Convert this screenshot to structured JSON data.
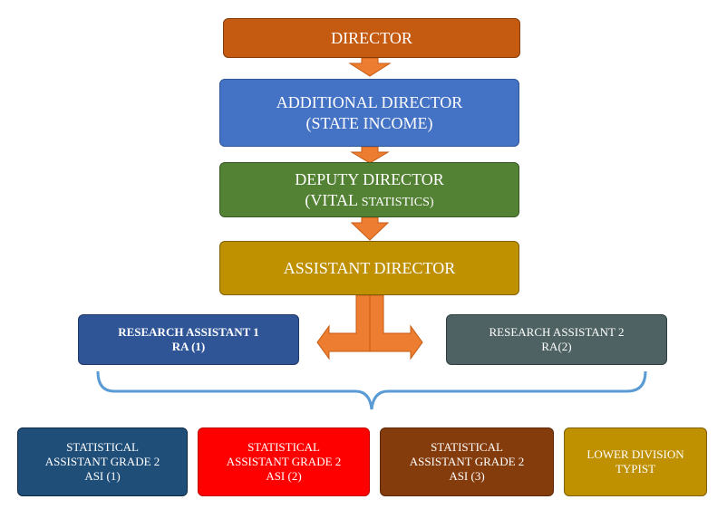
{
  "colors": {
    "director": "#c55a11",
    "additional": "#4472c4",
    "deputy": "#548235",
    "assistant": "#bf9000",
    "ra1": "#2f5597",
    "ra2": "#4f6263",
    "asi1": "#1f4e79",
    "asi2": "#ff0000",
    "asi3": "#843c0c",
    "ldt": "#bf9000",
    "arrow": "#ed7d31",
    "brace": "#5b9bd5"
  },
  "director": {
    "line1": "DIRECTOR"
  },
  "additional_director": {
    "line1": "ADDITIONAL DIRECTOR",
    "line2": "(STATE INCOME)"
  },
  "deputy_director": {
    "line1": "DEPUTY DIRECTOR",
    "line2_a": "(VITAL ",
    "line2_b": "STATISTICS)"
  },
  "assistant_director": {
    "line1": "ASSISTANT DIRECTOR"
  },
  "research_assistant_1": {
    "line1": "RESEARCH ASSISTANT 1",
    "line2": "RA (1)"
  },
  "research_assistant_2": {
    "line1": "RESEARCH ASSISTANT 2",
    "line2": "RA(2)"
  },
  "asi_1": {
    "line1": "STATISTICAL",
    "line2": "ASSISTANT GRADE 2",
    "line3": "ASI (1)"
  },
  "asi_2": {
    "line1": "STATISTICAL",
    "line2": "ASSISTANT GRADE 2",
    "line3": "ASI (2)"
  },
  "asi_3": {
    "line1": "STATISTICAL",
    "line2": "ASSISTANT GRADE 2",
    "line3": "ASI (3)"
  },
  "ldt": {
    "line1": "LOWER DIVISION",
    "line2": "TYPIST"
  }
}
